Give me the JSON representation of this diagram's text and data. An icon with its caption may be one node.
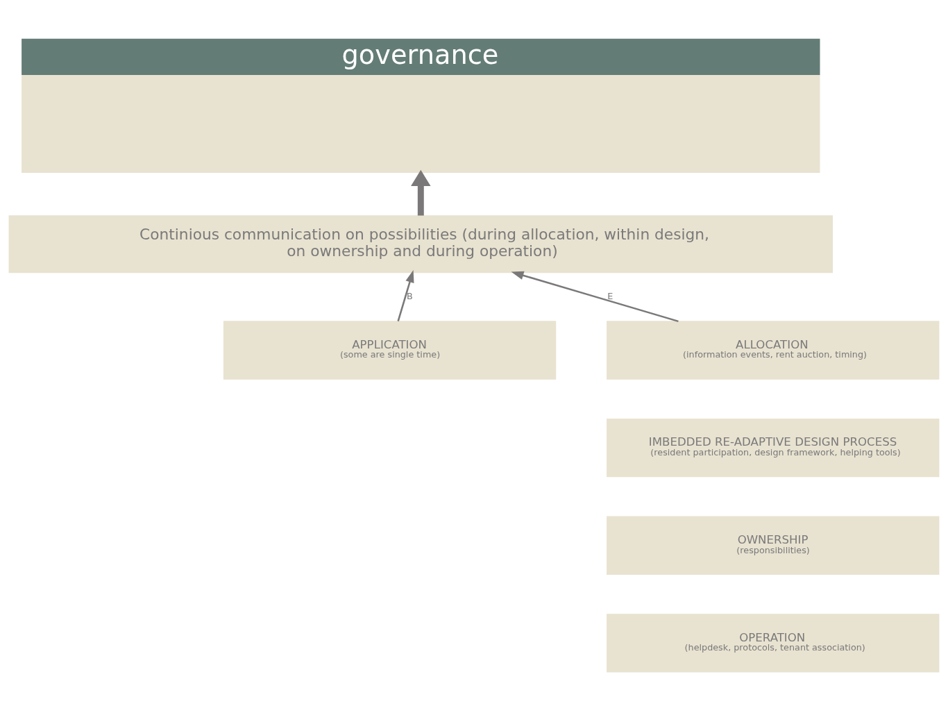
{
  "diagram": {
    "nodes": [
      {
        "text": [
          "governance"
        ]
      },
      {
        "text": [
          "Continious communication on possibilities (during allocation, within design, on ownership and during operation)"
        ]
      },
      {
        "text": [
          "APPLICATION",
          "(some are single time)"
        ]
      },
      {
        "text": [
          "ALLOCATION",
          "(information events, rent auction, timing)"
        ]
      },
      {
        "text": [
          "IMBEDDED RE-ADAPTIVE DESIGN PROCESS",
          "(resident participation, design framework, helping tools)"
        ]
      },
      {
        "text": [
          "OWNERSHIP",
          "(responsibilities)"
        ]
      },
      {
        "text": [
          "OPERATION",
          "(helpdesk, protocols, tenant association)"
        ]
      }
    ],
    "edges": [
      {
        "from": 1,
        "to": 0,
        "arrow": "to",
        "style": "thick"
      },
      {
        "from": 2,
        "to": 1,
        "arrow": "to",
        "label": "B"
      },
      {
        "from": 3,
        "to": 1,
        "arrow": "to",
        "label": "E"
      }
    ]
  }
}
